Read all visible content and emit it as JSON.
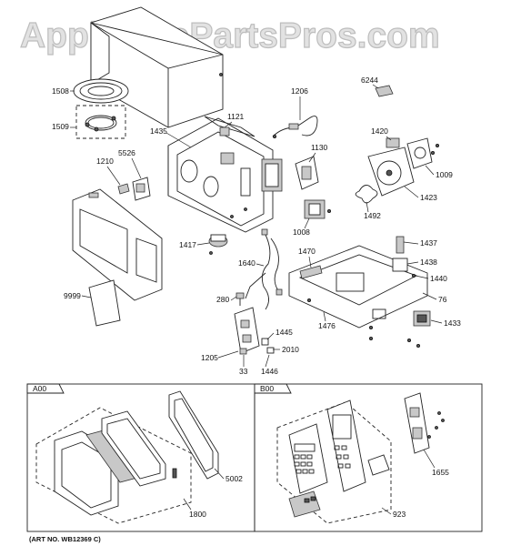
{
  "watermark": "AppliancePartsPros.com",
  "art_number": "(ART NO. WB12369 C)",
  "sections": {
    "a": {
      "label": "A00"
    },
    "b": {
      "label": "B00"
    }
  },
  "parts": {
    "p1508": "1508",
    "p1509": "1509",
    "p1210": "1210",
    "p5526": "5526",
    "p1435": "1435",
    "p1121": "1121",
    "p1206": "1206",
    "p6244": "6244",
    "p1420": "1420",
    "p1130": "1130",
    "p1009": "1009",
    "p1423": "1423",
    "p1492": "1492",
    "p1008": "1008",
    "p1417": "1417",
    "p1640": "1640",
    "p1470": "1470",
    "p1437": "1437",
    "p1438": "1438",
    "p1440": "1440",
    "p76": "76",
    "p9999": "9999",
    "p280": "280",
    "p1476": "1476",
    "p1433": "1433",
    "p1445": "1445",
    "p2010": "2010",
    "p1205": "1205",
    "p33": "33",
    "p1446": "1446",
    "p5002": "5002",
    "p1800": "1800",
    "p1655": "1655",
    "p923": "923"
  }
}
